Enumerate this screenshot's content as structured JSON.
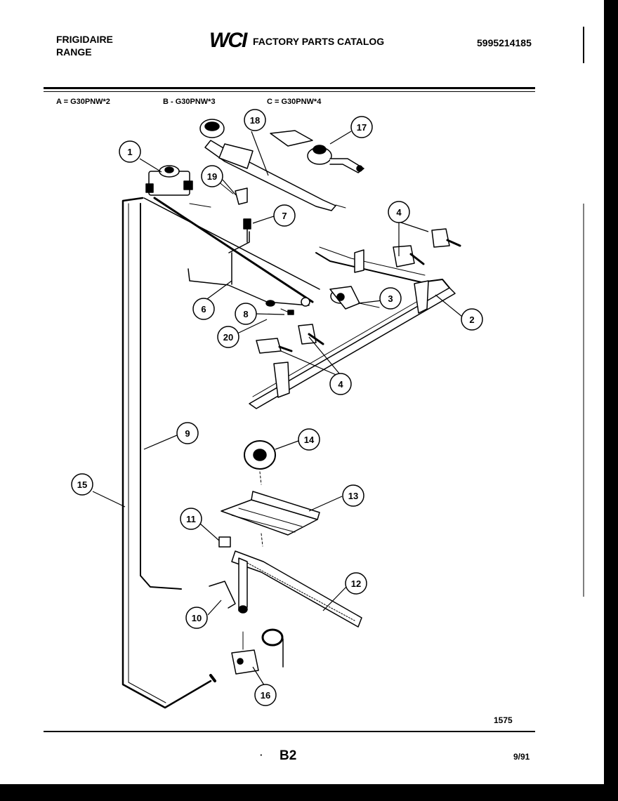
{
  "header": {
    "brand": "FRIGIDAIRE",
    "product": "RANGE",
    "logo_text": "WCI",
    "catalog_title": "FACTORY PARTS CATALOG",
    "catalog_number": "5995214185"
  },
  "models": [
    {
      "text": "A = G30PNW*2"
    },
    {
      "text": "B - G30PNW*3"
    },
    {
      "text": "C = G30PNW*4"
    }
  ],
  "callouts": [
    "1",
    "2",
    "3",
    "4",
    "4",
    "6",
    "7",
    "8",
    "9",
    "10",
    "11",
    "12",
    "13",
    "14",
    "15",
    "16",
    "17",
    "18",
    "19",
    "20"
  ],
  "footer": {
    "drawing_number": "1575",
    "page_label": "B2",
    "date": "9/91"
  }
}
